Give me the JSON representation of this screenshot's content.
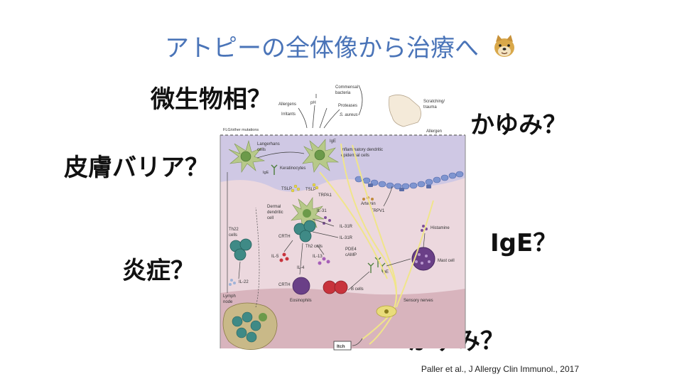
{
  "slide": {
    "title": "アトピーの全体像から治療へ",
    "title_color": "#4a74b8",
    "title_icon": "doge-emoji-icon"
  },
  "questions": {
    "microbiome": "微生物相？",
    "skin_barrier": "皮膚バリア？",
    "inflammation": "炎症？",
    "itch_top": "かゆみ？",
    "ige": "IgE？",
    "itch_bottom": "かゆみ？"
  },
  "diagram": {
    "allergens": "Allergens",
    "irritants": "Irritants",
    "ph": "pH",
    "commensal": "Commensal",
    "bacteria": "bacteria",
    "proteases": "Proteases",
    "s_aureus": "S. aureus",
    "scratching": "Scratching/",
    "trauma": "trauma",
    "allergen": "Allergen",
    "flg": "FLG/other mutations",
    "langerhans": "Langerhans",
    "cells": "cells",
    "ige": "IgE",
    "inflam_dendritic": "Inflammatory dendritic",
    "epidermal_cells": "epidermal cells",
    "keratinocytes": "Keratinocytes",
    "tslp": "TSLP",
    "tslp2": "TSLP",
    "trpa1": "TRPA1",
    "dermal": "Dermal",
    "dendritic": "dendritic",
    "cell": "cell",
    "artemin": "Artemin",
    "trpv1": "TRPV1",
    "il31": "IL-31",
    "il31r": "IL-31R",
    "il31r2": "IL-31R",
    "th22": "Th22",
    "th22_cells": "cells",
    "crth2": "CRTH",
    "th2_cells": "Th2 cells",
    "histamine": "Histamine",
    "pde4": "PDE4",
    "camp": "cAMP",
    "il5": "IL-5",
    "il13": "IL-13",
    "il4": "IL-4",
    "il22": "IL-22",
    "mast_cell": "Mast cell",
    "ige2": "IgE",
    "crth2_b": "CRTH",
    "eosinophils": "Eosinophils",
    "b_cells": "B cells",
    "lymph": "Lymph",
    "node": "node",
    "sensory_nerves": "Sensory nerves",
    "itch": "Itch",
    "colors": {
      "epidermis": "#cfc8e4",
      "dermis": "#ecd8de",
      "deep_dermis": "#d8b4bd",
      "nerve": "#f0e58a",
      "green_cell": "#6c9a4a",
      "teal_cell": "#3f8a86",
      "red_cell": "#c8333c",
      "purple_cell": "#6a3f87"
    }
  },
  "citation": "Paller et al., J Allergy Clin Immunol., 2017"
}
